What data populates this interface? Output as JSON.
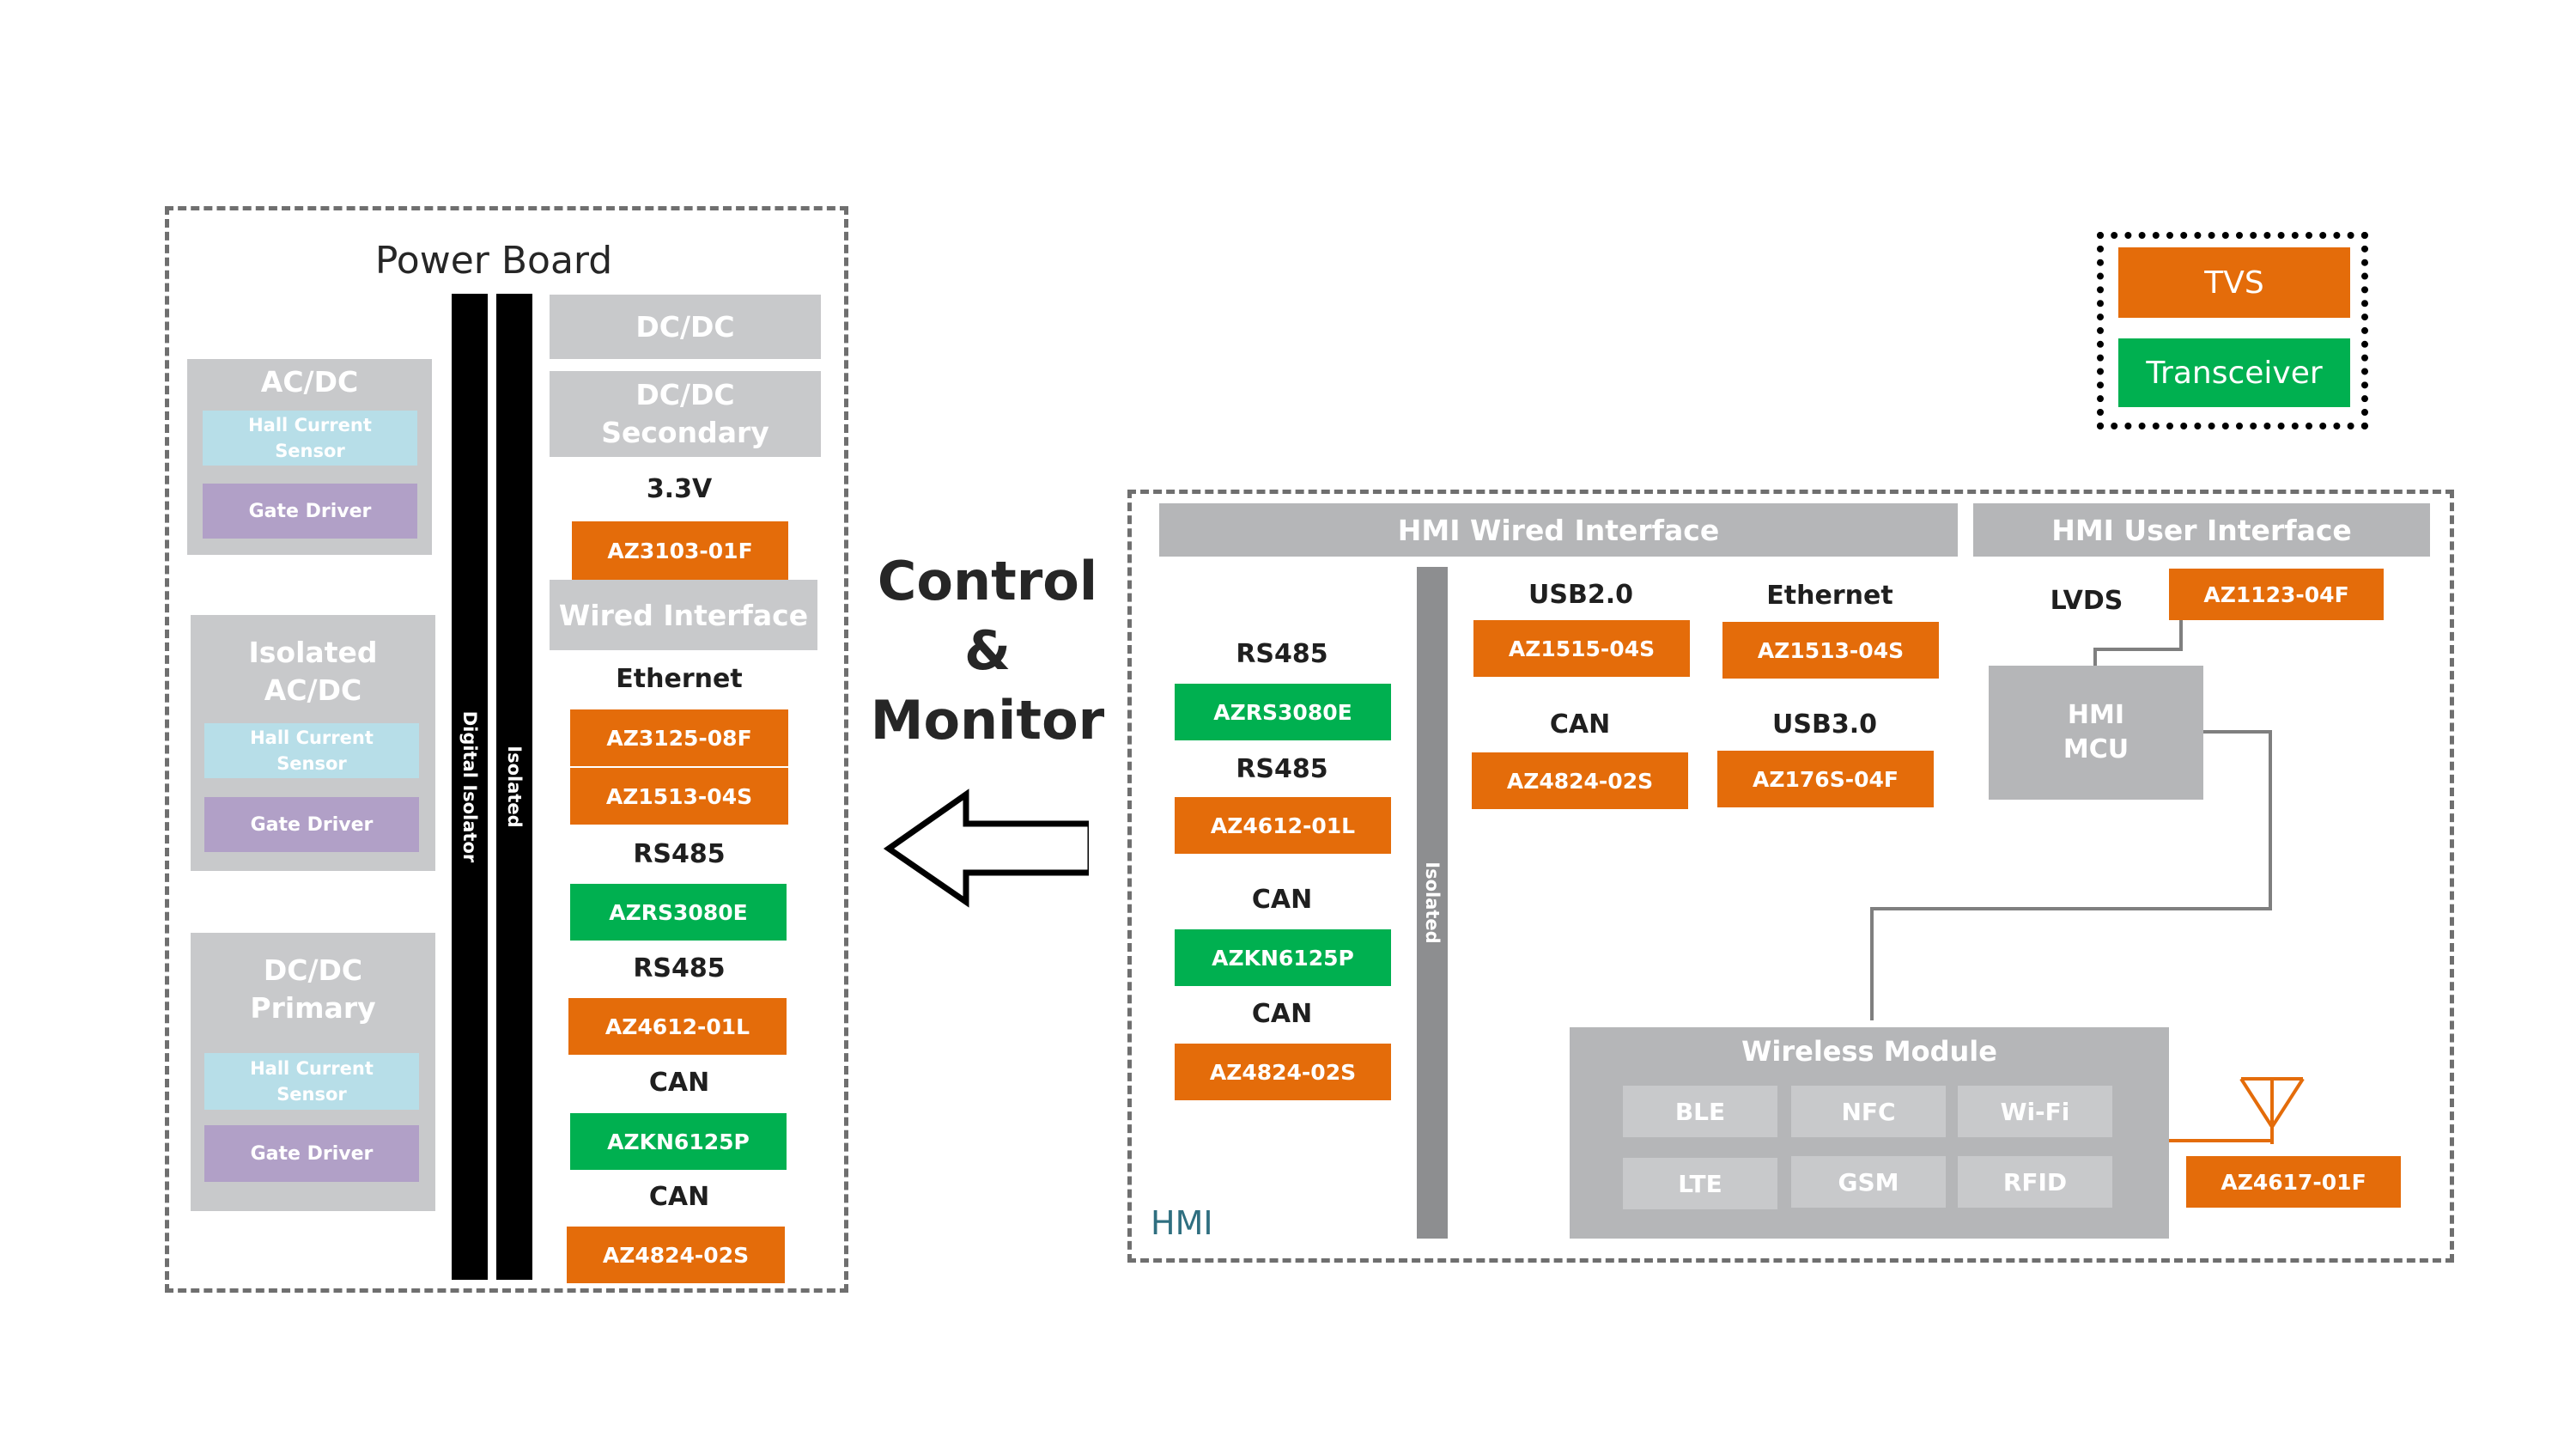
{
  "power_board": {
    "title": "Power Board",
    "acdc": {
      "title": "AC/DC",
      "sensor": "Hall Current\nSensor",
      "gate": "Gate Driver"
    },
    "iso_acdc": {
      "title": "Isolated\nAC/DC",
      "sensor": "Hall Current\nSensor",
      "gate": "Gate Driver"
    },
    "dcdc_primary": {
      "title": "DC/DC\nPrimary",
      "sensor": "Hall Current\nSensor",
      "gate": "Gate Driver"
    },
    "digital_isolator": "Digital Isolator",
    "isolated": "Isolated",
    "dcdc": "DC/DC",
    "dcdc_secondary": "DC/DC\nSecondary",
    "v33_label": "3.3V",
    "v33_part": "AZ3103-01F",
    "wired_interface": "Wired Interface",
    "ethernet_label": "Ethernet",
    "ethernet_part1": "AZ3125-08F",
    "ethernet_part2": "AZ1513-04S",
    "rs485_label1": "RS485",
    "rs485_part1": "AZRS3080E",
    "rs485_label2": "RS485",
    "rs485_part2": "AZ4612-01L",
    "can_label1": "CAN",
    "can_part1": "AZKN6125P",
    "can_label2": "CAN",
    "can_part2": "AZ4824-02S"
  },
  "control": {
    "text": "Control\n&\nMonitor"
  },
  "legend": {
    "tvs": "TVS",
    "transceiver": "Transceiver"
  },
  "hmi": {
    "label": "HMI",
    "wired_interface": "HMI Wired Interface",
    "user_interface": "HMI User Interface",
    "isolated": "Isolated",
    "rs485_label1": "RS485",
    "rs485_part1": "AZRS3080E",
    "rs485_label2": "RS485",
    "rs485_part2": "AZ4612-01L",
    "can_label1": "CAN",
    "can_part1": "AZKN6125P",
    "can_label2": "CAN",
    "can_part2": "AZ4824-02S",
    "usb2_label": "USB2.0",
    "usb2_part": "AZ1515-04S",
    "ethernet_label": "Ethernet",
    "ethernet_part": "AZ1513-04S",
    "can_label3": "CAN",
    "can_part3": "AZ4824-02S",
    "usb3_label": "USB3.0",
    "usb3_part": "AZ176S-04F",
    "lvds_label": "LVDS",
    "lvds_part": "AZ1123-04F",
    "mcu": "HMI\nMCU",
    "wireless_title": "Wireless Module",
    "wireless_items": [
      "BLE",
      "NFC",
      "Wi-Fi",
      "LTE",
      "GSM",
      "RFID"
    ],
    "antenna_part": "AZ4617-01F"
  },
  "colors": {
    "tvs": "#e46c0a",
    "transceiver": "#00b050",
    "block": "#c8c9cb",
    "sensor": "#b7dee8",
    "gate": "#b1a0c7"
  }
}
